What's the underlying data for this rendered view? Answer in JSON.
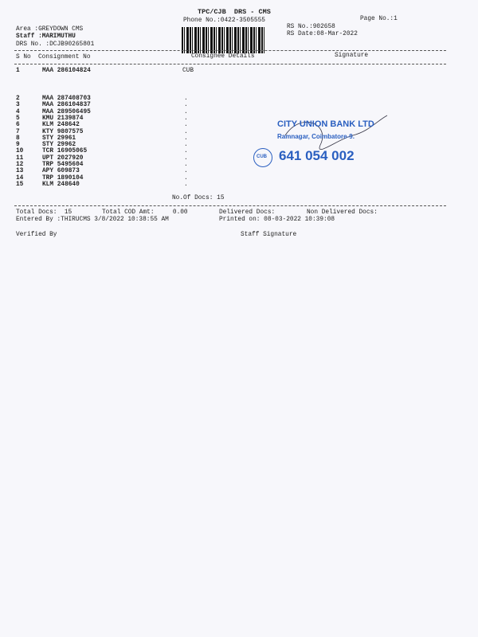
{
  "header": {
    "title": "TPC/CJB  DRS - CMS",
    "phone": "Phone No.:0422-3505555",
    "page_no": "Page No.:1",
    "area": "Area :GREYDOWN CMS",
    "staff": "Staff :MARIMUTHU",
    "drs_no": "DRS No. :DCJB90265801",
    "rs_no": "RS No.:902658",
    "rs_date": "RS Date:08-Mar-2022"
  },
  "columns": {
    "sno": "S No",
    "consignment": "Consignment No",
    "consignee": "Consignee Details",
    "signature": "Signature"
  },
  "rows": [
    {
      "sno": "1",
      "consignment": "MAA 286104824",
      "consignee": "CUB"
    },
    {
      "sno": "2",
      "consignment": "MAA 287408703",
      "consignee": "."
    },
    {
      "sno": "3",
      "consignment": "MAA 286104837",
      "consignee": "."
    },
    {
      "sno": "4",
      "consignment": "MAA 289506495",
      "consignee": "."
    },
    {
      "sno": "5",
      "consignment": "KMU 2139874",
      "consignee": "."
    },
    {
      "sno": "6",
      "consignment": "KLM 248642",
      "consignee": "."
    },
    {
      "sno": "7",
      "consignment": "KTY 9807575",
      "consignee": "."
    },
    {
      "sno": "8",
      "consignment": "STY 29961",
      "consignee": "."
    },
    {
      "sno": "9",
      "consignment": "STY 29962",
      "consignee": "."
    },
    {
      "sno": "10",
      "consignment": "TCR 16905065",
      "consignee": "."
    },
    {
      "sno": "11",
      "consignment": "UPT 2027920",
      "consignee": "."
    },
    {
      "sno": "12",
      "consignment": "TRP 5495604",
      "consignee": "."
    },
    {
      "sno": "13",
      "consignment": "APY 609873",
      "consignee": "."
    },
    {
      "sno": "14",
      "consignment": "TRP 1890104",
      "consignee": "."
    },
    {
      "sno": "15",
      "consignment": "KLM 248640",
      "consignee": "."
    }
  ],
  "no_of_docs": "No.Of Docs: 15",
  "footer": {
    "total_docs": "Total Docs:  15",
    "total_cod": "Total COD Amt:     0.00",
    "delivered": "Delivered Docs:",
    "non_delivered": "Non Delivered Docs:",
    "entered_by": "Entered By :THIRUCMS 3/8/2022 10:38:55 AM",
    "printed_on": "Printed on: 08-03-2022 10:39:08",
    "verified_by": "Verified By",
    "staff_signature": "Staff Signature"
  },
  "stamp": {
    "bank": "CITY UNION BANK LTD",
    "branch": "Ramnagar, Coimbatore-9.",
    "code": "641 054 002",
    "logo": "CUB",
    "color": "#2a5fc0"
  }
}
